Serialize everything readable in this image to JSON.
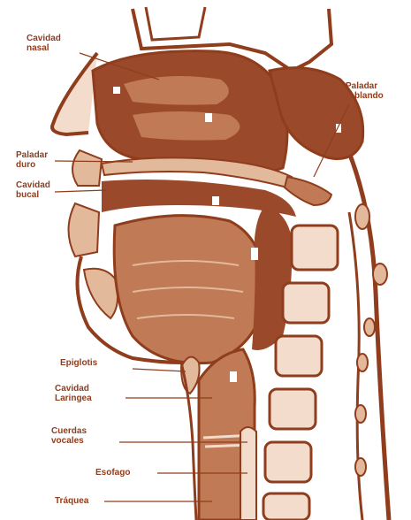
{
  "colors": {
    "outline": "#8f3d1c",
    "dark_tissue": "#9a4a2a",
    "mid_tissue": "#c07a55",
    "light_tissue": "#e3b99c",
    "pale_tissue": "#f3dccb",
    "background": "#ffffff"
  },
  "labels": {
    "cavidad_nasal": [
      "Cavidad",
      "nasal"
    ],
    "paladar_blando": [
      "Paladar",
      "blando"
    ],
    "paladar_duro": [
      "Paladar",
      "duro"
    ],
    "cavidad_bucal": [
      "Cavidad",
      "bucal"
    ],
    "epiglotis": "Epiglotis",
    "cavidad_laringea": [
      "Cavidad",
      "Laringea"
    ],
    "cuerdas_vocales": [
      "Cuerdas",
      "vocales"
    ],
    "esofago": "Esofago",
    "traquea": "Tráquea"
  }
}
